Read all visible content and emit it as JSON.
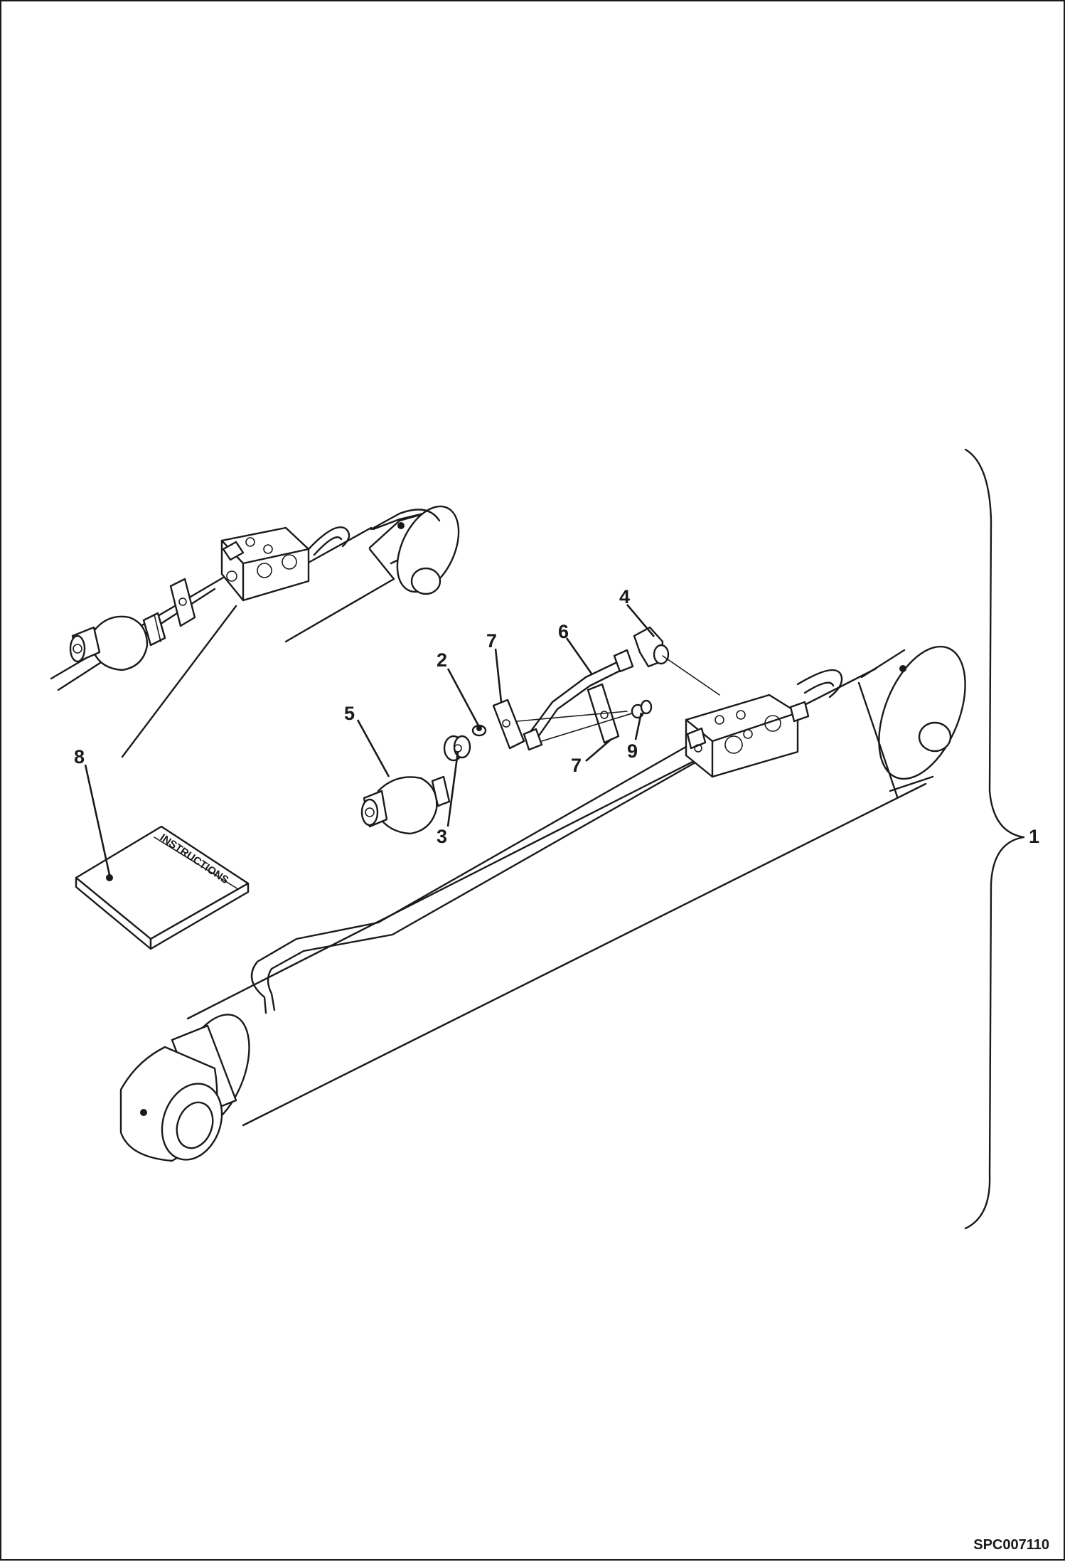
{
  "diagram": {
    "callouts": [
      "1",
      "2",
      "3",
      "4",
      "5",
      "6",
      "7",
      "7",
      "8",
      "9"
    ],
    "instructions_label": "INSTRUCTIONS",
    "reference_code": "SPC007110"
  },
  "colors": {
    "line": "#1a1a1a",
    "background": "#ffffff"
  },
  "icons": [
    "cylinder",
    "valve-block",
    "accumulator",
    "elbow-fitting",
    "hose",
    "clamp",
    "instruction-booklet",
    "bracket"
  ]
}
